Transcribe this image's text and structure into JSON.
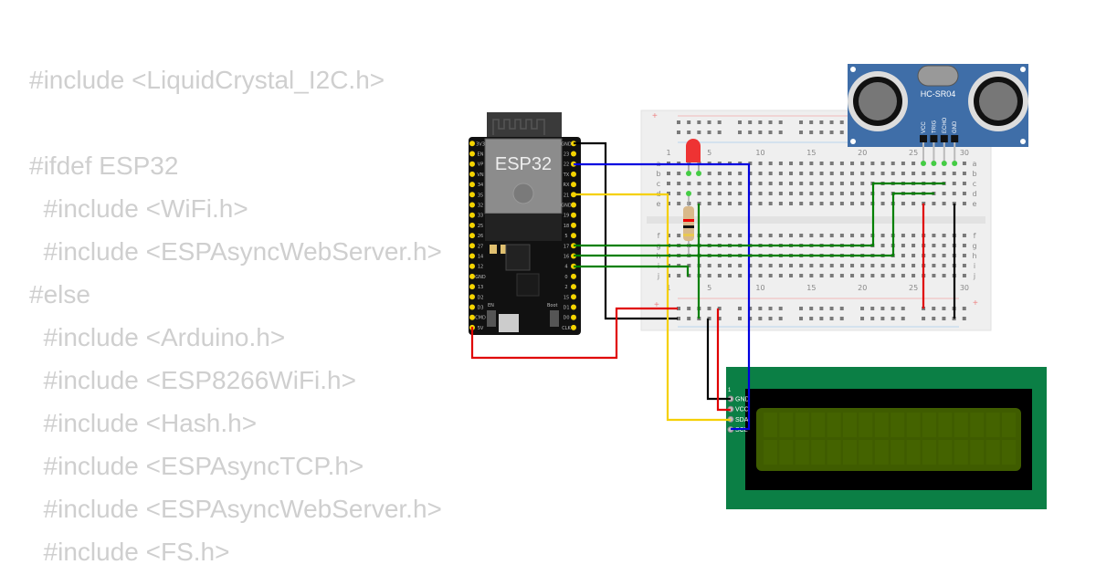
{
  "code_lines": [
    "#include <LiquidCrystal_I2C.h>",
    "",
    "#ifdef ESP32",
    "  #include <WiFi.h>",
    "  #include <ESPAsyncWebServer.h>",
    "#else",
    "  #include <Arduino.h>",
    "  #include <ESP8266WiFi.h>",
    "  #include <Hash.h>",
    "  #include <ESPAsyncTCP.h>",
    "  #include <ESPAsyncWebServer.h>",
    "  #include <FS.h>"
  ],
  "esp32": {
    "label": "ESP32",
    "left_pins": [
      "3V3",
      "EN",
      "VP",
      "VN",
      "34",
      "35",
      "32",
      "33",
      "25",
      "26",
      "27",
      "14",
      "12",
      "GND",
      "13",
      "D2",
      "D3",
      "CMD",
      "5V"
    ],
    "right_pins": [
      "GND",
      "23",
      "22",
      "TX",
      "RX",
      "21",
      "GND",
      "19",
      "18",
      "5",
      "17",
      "16",
      "4",
      "0",
      "2",
      "15",
      "D1",
      "D0",
      "CLK"
    ],
    "button_en": "EN",
    "button_boot": "Boot"
  },
  "breadboard": {
    "column_labels": [
      "1",
      "5",
      "10",
      "15",
      "20",
      "25",
      "30"
    ],
    "row_labels": [
      "a",
      "b",
      "c",
      "d",
      "e",
      "f",
      "g",
      "h",
      "i",
      "j"
    ],
    "plus": "+",
    "minus": "|"
  },
  "sensor": {
    "label": "HC-SR04",
    "pins": [
      "VCC",
      "TRIG",
      "ECHO",
      "GND"
    ]
  },
  "lcd": {
    "pin_number": "1",
    "pins": [
      "GND",
      "VCC",
      "SDA",
      "SCL"
    ]
  },
  "colors": {
    "wire_black": "#000000",
    "wire_blue": "#0000e0",
    "wire_yellow": "#f5d000",
    "wire_green": "#008000",
    "wire_red": "#e00000",
    "lcd_board": "#0b7f45",
    "lcd_screen": "#3f5c00",
    "sensor_board": "#3f6ea8"
  }
}
